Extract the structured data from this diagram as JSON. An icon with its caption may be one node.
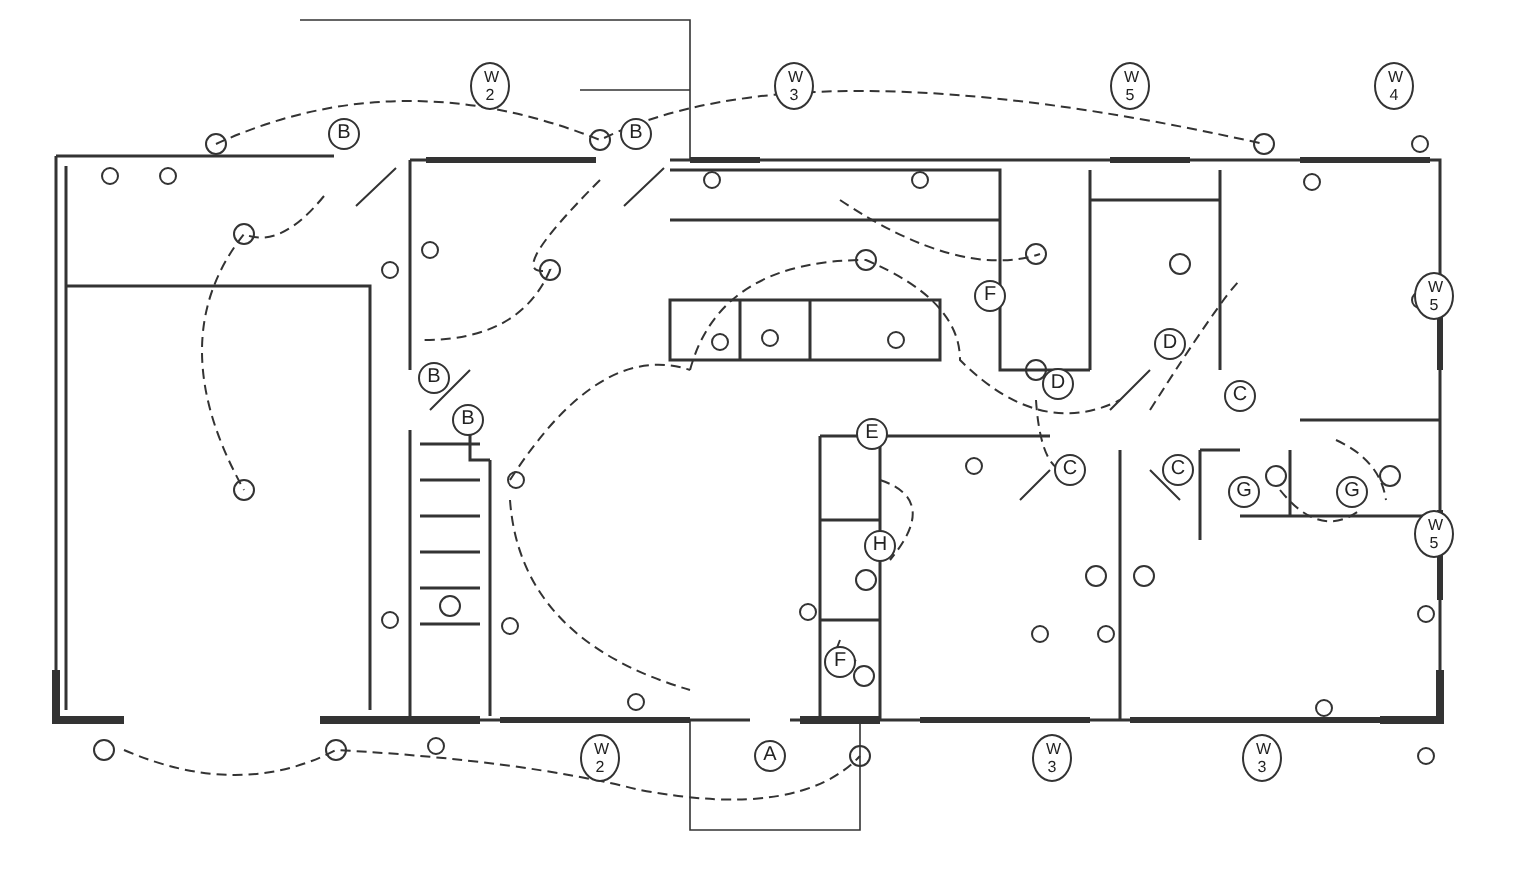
{
  "diagram": {
    "labels": [
      "W 2",
      "W 3",
      "W 5",
      "W 4",
      "B",
      "B",
      "W 5",
      "F",
      "D",
      "D",
      "B",
      "C",
      "B",
      "E",
      "C",
      "C",
      "G",
      "G",
      "W 5",
      "H",
      "F",
      "A",
      "W 2",
      "W 3",
      "W 3"
    ]
  }
}
